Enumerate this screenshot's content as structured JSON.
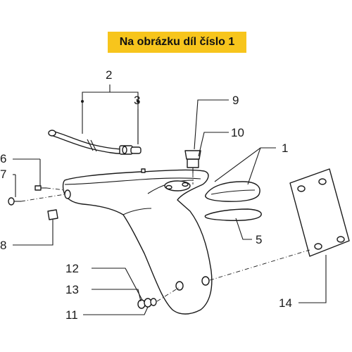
{
  "banner": {
    "text": "Na obrázku díl číslo 1",
    "color": "#f7c51c"
  },
  "callouts": [
    {
      "id": "1",
      "label": "1"
    },
    {
      "id": "2",
      "label": "2"
    },
    {
      "id": "3",
      "label": "3"
    },
    {
      "id": "5",
      "label": "5"
    },
    {
      "id": "6",
      "label": "6"
    },
    {
      "id": "7",
      "label": "7"
    },
    {
      "id": "8",
      "label": "8"
    },
    {
      "id": "9",
      "label": "9"
    },
    {
      "id": "10",
      "label": "10"
    },
    {
      "id": "11",
      "label": "11"
    },
    {
      "id": "12",
      "label": "12"
    },
    {
      "id": "13",
      "label": "13"
    },
    {
      "id": "14",
      "label": "14"
    }
  ]
}
